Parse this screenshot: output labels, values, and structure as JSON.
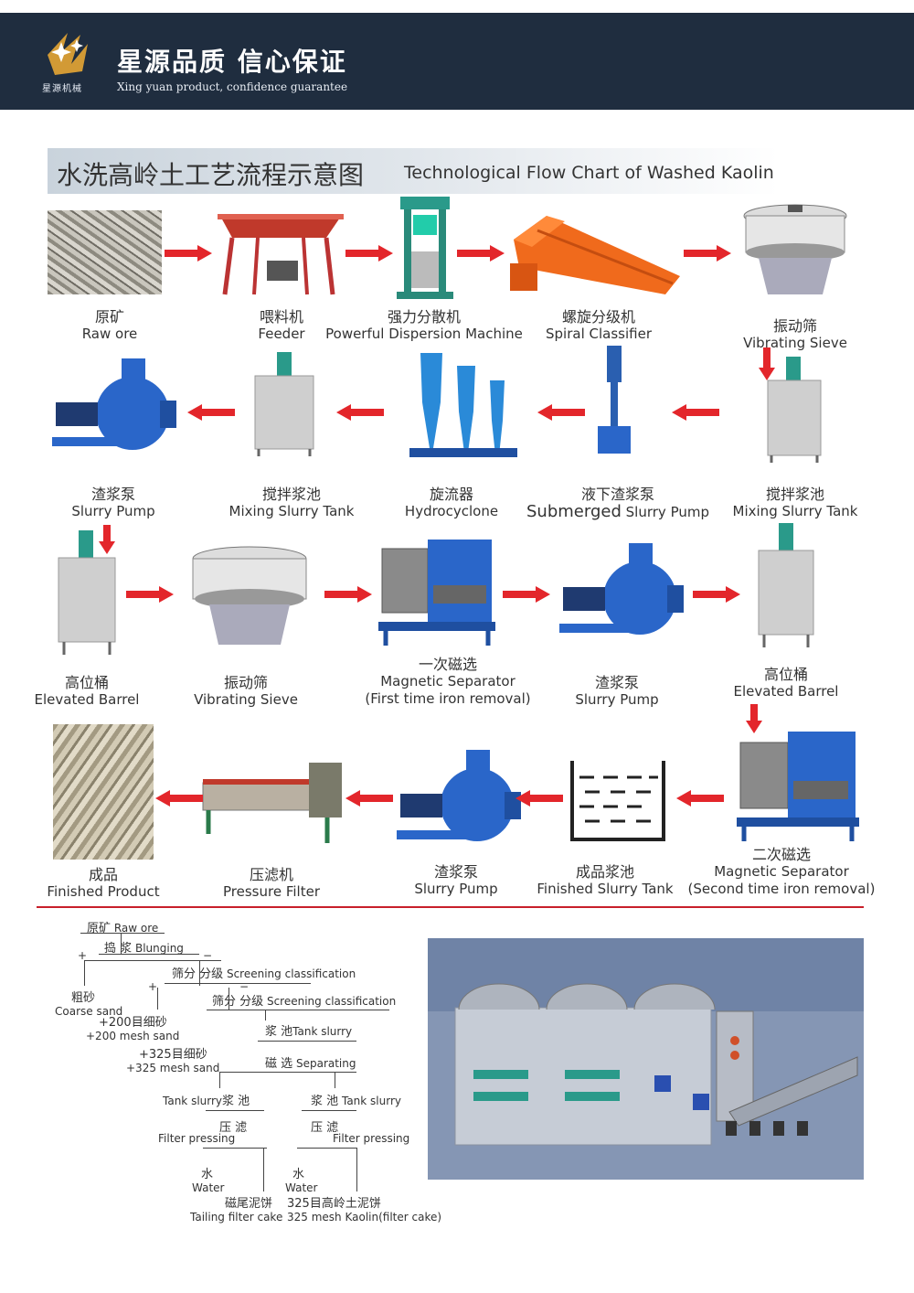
{
  "header": {
    "slogan_cn": "星源品质 信心保证",
    "slogan_en": "Xing yuan product, confidence guarantee",
    "logo_text": "星源机械",
    "bg_color": "#1f2d3f"
  },
  "title": {
    "cn": "水洗高岭土工艺流程示意图",
    "en": "Technological Flow Chart of Washed Kaolin"
  },
  "flow": {
    "raw_ore": {
      "cn": "原矿",
      "en": "Raw ore"
    },
    "feeder": {
      "cn": "喂料机",
      "en": "Feeder"
    },
    "dispersion": {
      "cn": "强力分散机",
      "en": "Powerful Dispersion Machine"
    },
    "classifier": {
      "cn": "螺旋分级机",
      "en": "Spiral Classifier"
    },
    "sieve1": {
      "cn": "振动筛",
      "en": "Vibrating Sieve"
    },
    "tank1": {
      "cn": "搅拌浆池",
      "en": "Mixing Slurry Tank"
    },
    "submerged": {
      "cn": "液下渣浆泵",
      "en_a": "Submerged",
      "en_b": " Slurry Pump"
    },
    "hydrocyclone": {
      "cn": "旋流器",
      "en": "Hydrocyclone"
    },
    "tank2": {
      "cn": "搅拌浆池",
      "en": "Mixing Slurry Tank"
    },
    "pump1": {
      "cn": "渣浆泵",
      "en": "Slurry Pump"
    },
    "barrel1": {
      "cn": "高位桶",
      "en": "Elevated Barrel"
    },
    "sieve2": {
      "cn": "振动筛",
      "en": "Vibrating Sieve"
    },
    "mag1": {
      "cn": "一次磁选",
      "en": "Magnetic Separator",
      "en2": "(First time iron removal)"
    },
    "pump2": {
      "cn": "渣浆泵",
      "en": "Slurry Pump"
    },
    "barrel2": {
      "cn": "高位桶",
      "en": "Elevated Barrel"
    },
    "mag2": {
      "cn": "二次磁选",
      "en": "Magnetic Separator",
      "en2": "(Second time iron removal)"
    },
    "slurry_tank": {
      "cn": "成品浆池",
      "en": "Finished Slurry Tank"
    },
    "pump3": {
      "cn": "渣浆泵",
      "en": "Slurry Pump"
    },
    "filter": {
      "cn": "压滤机",
      "en": "Pressure Filter"
    },
    "product": {
      "cn": "成品",
      "en": "Finished Product"
    }
  },
  "tree": {
    "raw_ore_cn": "原矿",
    "raw_ore_en": "Raw ore",
    "blunging_cn": "捣 浆",
    "blunging_en": "Blunging",
    "screen1_cn": "筛分 分级",
    "screen1_en": "Screening classification",
    "plus1": "+",
    "minus1": "−",
    "coarse_cn": "粗砂",
    "coarse_en": "Coarse sand",
    "plus2": "+",
    "minus2": "−",
    "screen2_cn": "筛分 分级",
    "screen2_en": "Screening classification",
    "mesh200_cn": "+200目细砂",
    "mesh200_en": "+200 mesh sand",
    "tank_cn": "浆 池",
    "tank_en": "Tank slurry",
    "mesh325_cn": "+325目细砂",
    "mesh325_en": "+325 mesh sand",
    "separating_cn": "磁 选",
    "separating_en": "Separating",
    "tankL_en": "Tank slurry",
    "tankL_cn": "浆 池",
    "tankR_cn": "浆 池",
    "tankR_en": "Tank slurry",
    "pressL_cn": "压 滤",
    "pressL_en": "Filter pressing",
    "pressR_cn": "压 滤",
    "pressR_en": "Filter pressing",
    "waterL_cn": "水",
    "waterL_en": "Water",
    "waterR_cn": "水",
    "waterR_en": "Water",
    "tailing_cn": "磁尾泥饼",
    "tailing_en": "Tailing filter cake",
    "kaolin_cn": "325目高岭土泥饼",
    "kaolin_en": "325 mesh Kaolin(filter cake)"
  },
  "colors": {
    "arrow": "#e3262b",
    "pump_blue": "#2a66c9",
    "tank_grey": "#c9c9c9",
    "divider": "#c8202a"
  },
  "icons": {
    "arrow": "arrow-right-icon",
    "logo": "xingyuan-logo-icon"
  }
}
